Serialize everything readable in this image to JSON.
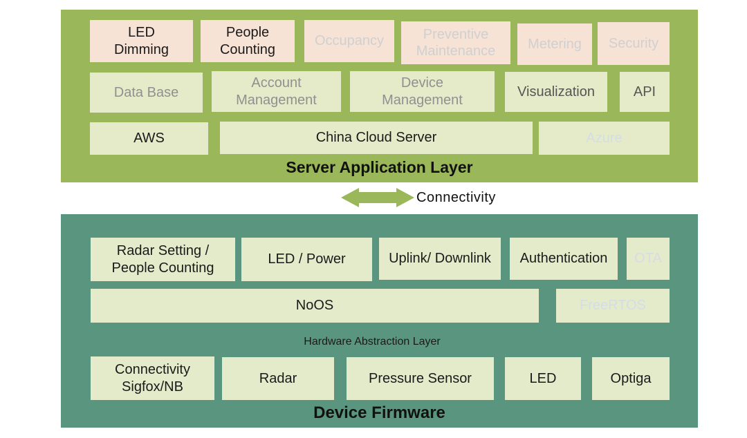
{
  "server_layer": {
    "title": "Server Application Layer",
    "row1": [
      "LED\nDimming",
      "People\nCounting",
      "Occupancy",
      "Preventive\nMaintenance",
      "Metering",
      "Security"
    ],
    "row2": [
      "Data Base",
      "Account\nManagement",
      "Device\nManagement",
      "Visualization",
      "API"
    ],
    "row3": [
      "AWS",
      "China Cloud Server",
      "Azure"
    ]
  },
  "connectivity_label": "Connectivity",
  "device_layer": {
    "title": "Device Firmware",
    "row1": [
      "Radar Setting /\nPeople Counting",
      "LED / Power",
      "Uplink/ Downlink",
      "Authentication",
      "OTA"
    ],
    "row2": [
      "NoOS",
      "FreeRTOS"
    ],
    "hal_label": "Hardware Abstraction Layer",
    "row3": [
      "Connectivity\nSigfox/NB",
      "Radar",
      "Pressure Sensor",
      "LED",
      "Optiga"
    ]
  },
  "colors": {
    "server_bg": "#9ab75a",
    "device_bg": "#5a967f",
    "pink_box": "#f7e2d6",
    "cream_box": "#e5ebc8",
    "arrow": "#9ab75a"
  }
}
